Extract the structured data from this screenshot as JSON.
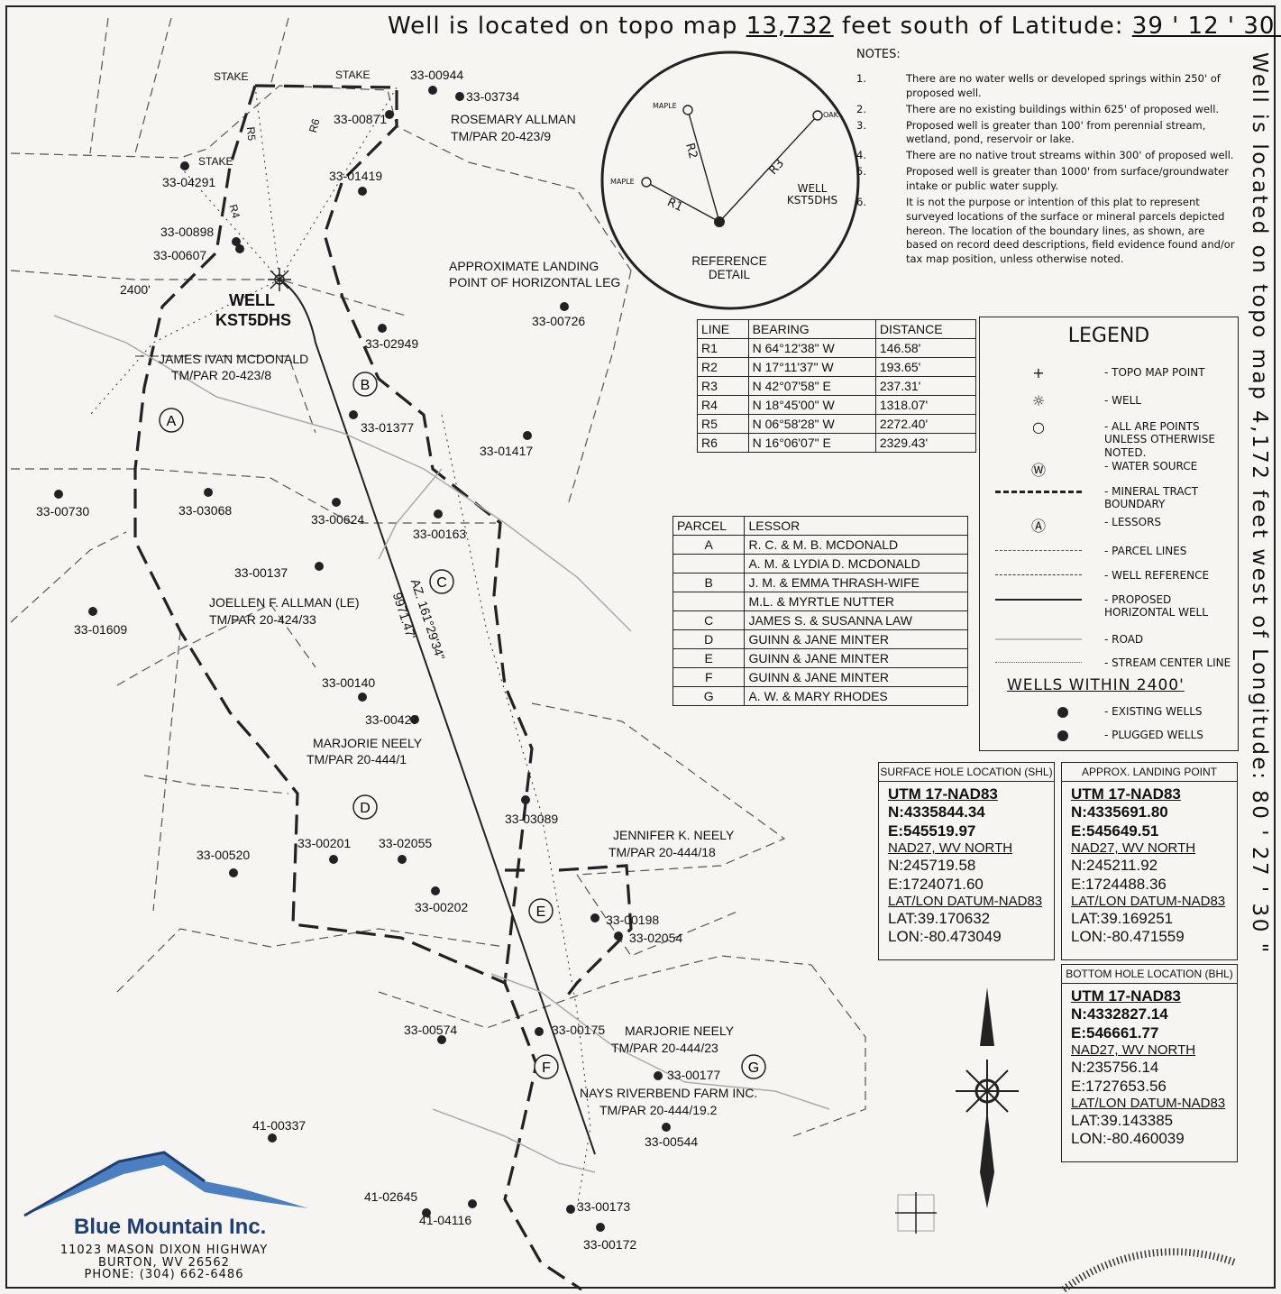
{
  "header": {
    "prefix": "Well is located on topo map",
    "feet_south": "13,732",
    "mid": "feet south of Latitude:",
    "lat": "39 ' 12 ' 30 \"",
    "vertical": "Well is located on topo map   4,172   feet west of Longitude:   80 ' 27 ' 30 \""
  },
  "notes": {
    "title": "NOTES:",
    "items": [
      {
        "n": "1.",
        "t": "There are no water wells or developed springs within 250' of proposed well."
      },
      {
        "n": "2.",
        "t": "There are no existing buildings within 625' of proposed well."
      },
      {
        "n": "3.",
        "t": "Proposed well is greater than 100' from perennial stream, wetland, pond, reservoir or lake."
      },
      {
        "n": "4.",
        "t": "There are no native trout streams within 300' of proposed well."
      },
      {
        "n": "5.",
        "t": "Proposed well is greater than 1000' from surface/groundwater intake or public water supply."
      },
      {
        "n": "6.",
        "t": "It is not the purpose or intention of this plat to represent surveyed locations of the surface or mineral parcels depicted hereon. The location of the boundary lines, as shown, are based on record deed descriptions, field evidence found and/or tax map position, unless otherwise noted."
      }
    ]
  },
  "reference_detail": {
    "title": "REFERENCE DETAIL",
    "well": "WELL KST5DHS",
    "trees": [
      "MAPLE",
      "MAPLE",
      "OAK"
    ],
    "lines": [
      "R1",
      "R2",
      "R3"
    ]
  },
  "line_table": {
    "headers": [
      "LINE",
      "BEARING",
      "DISTANCE"
    ],
    "rows": [
      [
        "R1",
        "N 64°12'38\" W",
        "146.58'"
      ],
      [
        "R2",
        "N 17°11'37\" W",
        "193.65'"
      ],
      [
        "R3",
        "N 42°07'58\" E",
        "237.31'"
      ],
      [
        "R4",
        "N 18°45'00\" W",
        "1318.07'"
      ],
      [
        "R5",
        "N 06°58'28\" W",
        "2272.40'"
      ],
      [
        "R6",
        "N 16°06'07\" E",
        "2329.43'"
      ]
    ]
  },
  "lessor_table": {
    "headers": [
      "PARCEL",
      "LESSOR"
    ],
    "rows": [
      [
        "A",
        "R. C. & M. B. MCDONALD"
      ],
      [
        "",
        "A. M. & LYDIA D. MCDONALD"
      ],
      [
        "B",
        "J. M. & EMMA THRASH-WIFE"
      ],
      [
        "",
        "M.L. & MYRTLE NUTTER"
      ],
      [
        "C",
        "JAMES S. & SUSANNA LAW"
      ],
      [
        "D",
        "GUINN & JANE MINTER"
      ],
      [
        "E",
        "GUINN & JANE MINTER"
      ],
      [
        "F",
        "GUINN & JANE MINTER"
      ],
      [
        "G",
        "A. W. & MARY RHODES"
      ]
    ]
  },
  "legend": {
    "title": "LEGEND",
    "items": [
      {
        "sym": "+",
        "label": "- TOPO MAP POINT"
      },
      {
        "sym": "☼",
        "label": "- WELL"
      },
      {
        "sym": "○",
        "label": "- ALL ARE POINTS UNLESS OTHERWISE NOTED."
      },
      {
        "sym": "Ⓦ",
        "label": "- WATER SOURCE"
      },
      {
        "sym": "",
        "label": "- MINERAL TRACT BOUNDARY"
      },
      {
        "sym": "Ⓐ",
        "label": "- LESSORS"
      },
      {
        "sym": "",
        "label": "- PARCEL LINES"
      },
      {
        "sym": "",
        "label": "- WELL REFERENCE"
      },
      {
        "sym": "",
        "label": "- PROPOSED HORIZONTAL WELL"
      },
      {
        "sym": "",
        "label": "- ROAD"
      },
      {
        "sym": "",
        "label": "- STREAM CENTER LINE"
      }
    ],
    "wells_title": "WELLS WITHIN 2400'",
    "existing": "- EXISTING WELLS",
    "plugged": "- PLUGGED WELLS"
  },
  "shl": {
    "caption": "SURFACE HOLE LOCATION (SHL)",
    "utm": "UTM 17-NAD83",
    "n": "N:4335844.34",
    "e": "E:545519.97",
    "nad27": "NAD27, WV NORTH",
    "n27": "N:245719.58",
    "e27": "E:1724071.60",
    "datum": "LAT/LON DATUM-NAD83",
    "lat": "LAT:39.170632",
    "lon": "LON:-80.473049"
  },
  "landing": {
    "caption": "APPROX. LANDING POINT",
    "utm": "UTM 17-NAD83",
    "n": "N:4335691.80",
    "e": "E:545649.51",
    "nad27": "NAD27, WV NORTH",
    "n27": "N:245211.92",
    "e27": "E:1724488.36",
    "datum": "LAT/LON DATUM-NAD83",
    "lat": "LAT:39.169251",
    "lon": "LON:-80.471559"
  },
  "bhl": {
    "caption": "BOTTOM HOLE LOCATION (BHL)",
    "utm": "UTM 17-NAD83",
    "n": "N:4332827.14",
    "e": "E:546661.77",
    "nad27": "NAD27, WV NORTH",
    "n27": "N:235756.14",
    "e27": "E:1727653.56",
    "datum": "LAT/LON DATUM-NAD83",
    "lat": "LAT:39.143385",
    "lon": "LON:-80.460039"
  },
  "logo": {
    "name": "Blue Mountain Inc.",
    "addr1": "11023 MASON DIXON HIGHWAY",
    "addr2": "BURTON, WV 26562",
    "addr3": "PHONE: (304) 662-6486"
  },
  "map_labels": {
    "well": "WELL",
    "well_id": "KST5DHS",
    "dist_2400": "2400'",
    "stake1": "STAKE",
    "stake2": "STAKE",
    "stake3": "STAKE",
    "landing": "APPROXIMATE LANDING",
    "landing2": "POINT OF HORIZONTAL LEG",
    "azimuth": "AZ. 161°29'34\"",
    "length": "9971.47'",
    "rosemary": "ROSEMARY ALLMAN",
    "rosemary_tm": "TM/PAR 20-423/9",
    "james": "JAMES IVAN MCDONALD",
    "james_tm": "TM/PAR 20-423/8",
    "joellen": "JOELLEN F. ALLMAN (LE)",
    "joellen_tm": "TM/PAR 20-424/33",
    "marjorie": "MARJORIE NEELY",
    "marjorie_tm": "TM/PAR 20-444/1",
    "jennifer": "JENNIFER K. NEELY",
    "jennifer_tm": "TM/PAR 20-444/18",
    "marjorie2": "MARJORIE NEELY",
    "marjorie2_tm": "TM/PAR 20-444/23",
    "nays": "NAYS RIVERBEND FARM INC.",
    "nays_tm": "TM/PAR 20-444/19.2",
    "r_labels": [
      "R4",
      "R5",
      "R6"
    ],
    "parcels": [
      "A",
      "B",
      "C",
      "D",
      "E",
      "F",
      "G"
    ],
    "wells": [
      "33-00944",
      "33-03734",
      "33-00871",
      "33-01419",
      "33-04291",
      "33-00898",
      "33-00607",
      "33-02949",
      "33-00726",
      "33-01377",
      "33-01417",
      "33-00730",
      "33-03068",
      "33-00624",
      "33-00163",
      "33-00137",
      "33-01609",
      "33-00140",
      "33-00427",
      "33-00520",
      "33-00201",
      "33-02055",
      "33-00202",
      "33-03089",
      "33-00198",
      "33-02054",
      "33-00574",
      "33-00175",
      "33-00177",
      "33-00544",
      "41-00337",
      "41-02645",
      "41-04116",
      "33-00173",
      "33-00172"
    ]
  }
}
